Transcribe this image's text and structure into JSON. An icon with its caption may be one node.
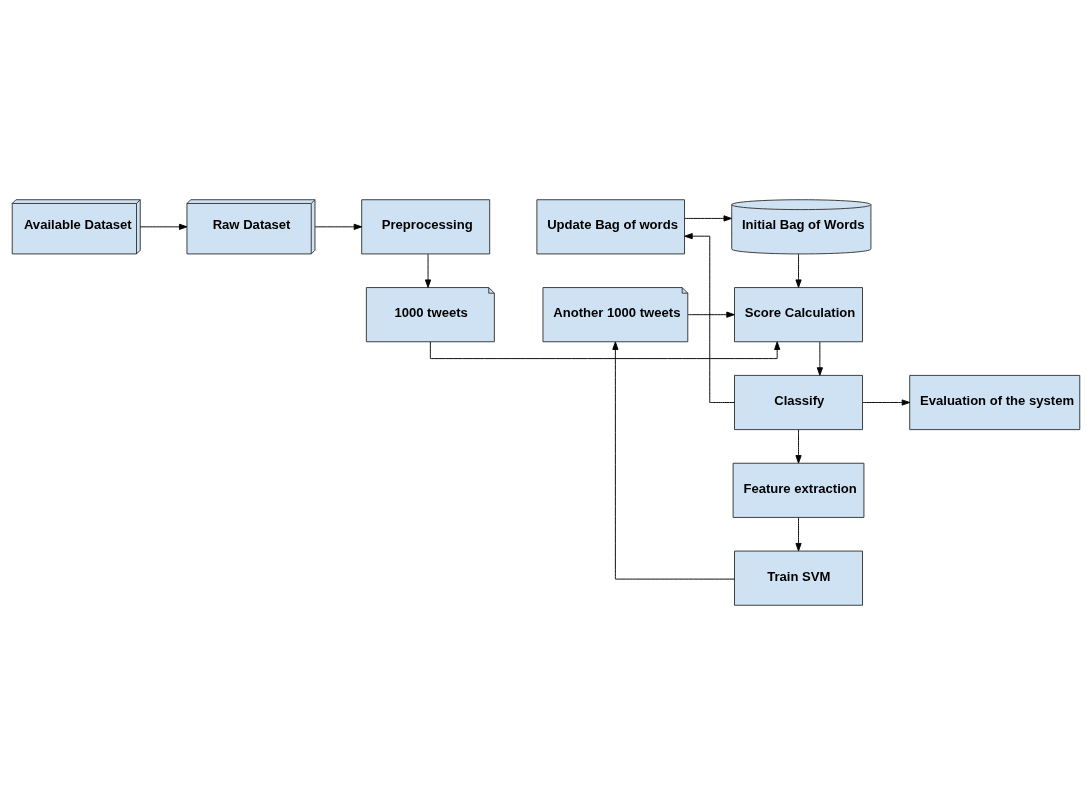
{
  "diagram": {
    "nodes": [
      {
        "text": [
          "Available Dataset"
        ]
      },
      {
        "text": [
          "Raw Dataset"
        ]
      },
      {
        "text": [
          "Preprocessing"
        ]
      },
      {
        "text": [
          "Update Bag of words"
        ]
      },
      {
        "text": [
          "Initial Bag of Words"
        ]
      },
      {
        "text": [
          "Another 1000 tweets"
        ]
      },
      {
        "text": [
          "Score Calculation"
        ]
      },
      {
        "text": [
          "1000 tweets"
        ]
      },
      {
        "text": [
          "Classify"
        ]
      },
      {
        "text": [
          "Evaluation of the system"
        ]
      },
      {
        "text": [
          "Feature extraction"
        ]
      },
      {
        "text": [
          "Train SVM"
        ]
      }
    ],
    "edges": [
      {
        "from": 0,
        "to": 1,
        "arrow": "to"
      },
      {
        "from": 1,
        "to": 2,
        "arrow": "to"
      },
      {
        "from": 2,
        "to": 7,
        "arrow": "to"
      },
      {
        "from": 3,
        "to": 4,
        "arrow": "to"
      },
      {
        "from": 4,
        "to": 6,
        "arrow": "to"
      },
      {
        "from": 5,
        "to": 6,
        "arrow": "to"
      },
      {
        "from": 7,
        "to": 6,
        "arrow": "to"
      },
      {
        "from": 6,
        "to": 8,
        "arrow": "to"
      },
      {
        "from": 8,
        "to": 3,
        "arrow": "to"
      },
      {
        "from": 8,
        "to": 9,
        "arrow": "to"
      },
      {
        "from": 8,
        "to": 10,
        "arrow": "to"
      },
      {
        "from": 10,
        "to": 11,
        "arrow": "to"
      },
      {
        "from": 11,
        "to": 5,
        "arrow": "to"
      }
    ]
  }
}
